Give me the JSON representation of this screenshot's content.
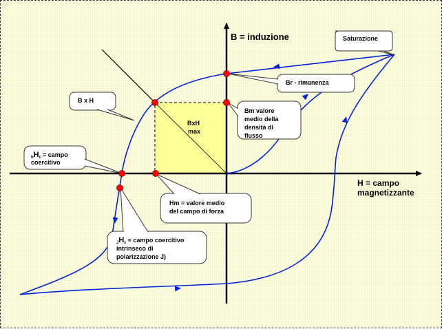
{
  "diagram": {
    "title": "Ciclo di isteresi magnetica",
    "axes": {
      "y_label": "B = induzione",
      "x_label_line1": "H = campo",
      "x_label_line2": "magnetizzante"
    },
    "region_label_line1": "BxH",
    "region_label_line2": "max",
    "callouts": {
      "saturation": "Saturazione",
      "remanence": "Br - rimanenza",
      "bm_line1": "Bm valore",
      "bm_line2": "medio della",
      "bm_line3": "densità di",
      "bm_line4": "flusso",
      "bxh": "B x H",
      "bhc_prefix": "b",
      "bhc_main": "H",
      "bhc_sub": "c",
      "bhc_line1_rest": "= campo",
      "bhc_line2": "coercitivo",
      "hm_line1": "Hm = valore medio",
      "hm_line2": "del campo di forza",
      "ihc_prefix": "J",
      "ihc_main": "H",
      "ihc_sub": "c",
      "ihc_line1_rest": "= campo coercitivo",
      "ihc_line2": "intrinseco di",
      "ihc_line3": "polarizzazione J)"
    },
    "colors": {
      "curve": "#0022dd",
      "points": "#ff0000",
      "region_fill": "#ffff99",
      "background": "#ffffe4"
    }
  }
}
